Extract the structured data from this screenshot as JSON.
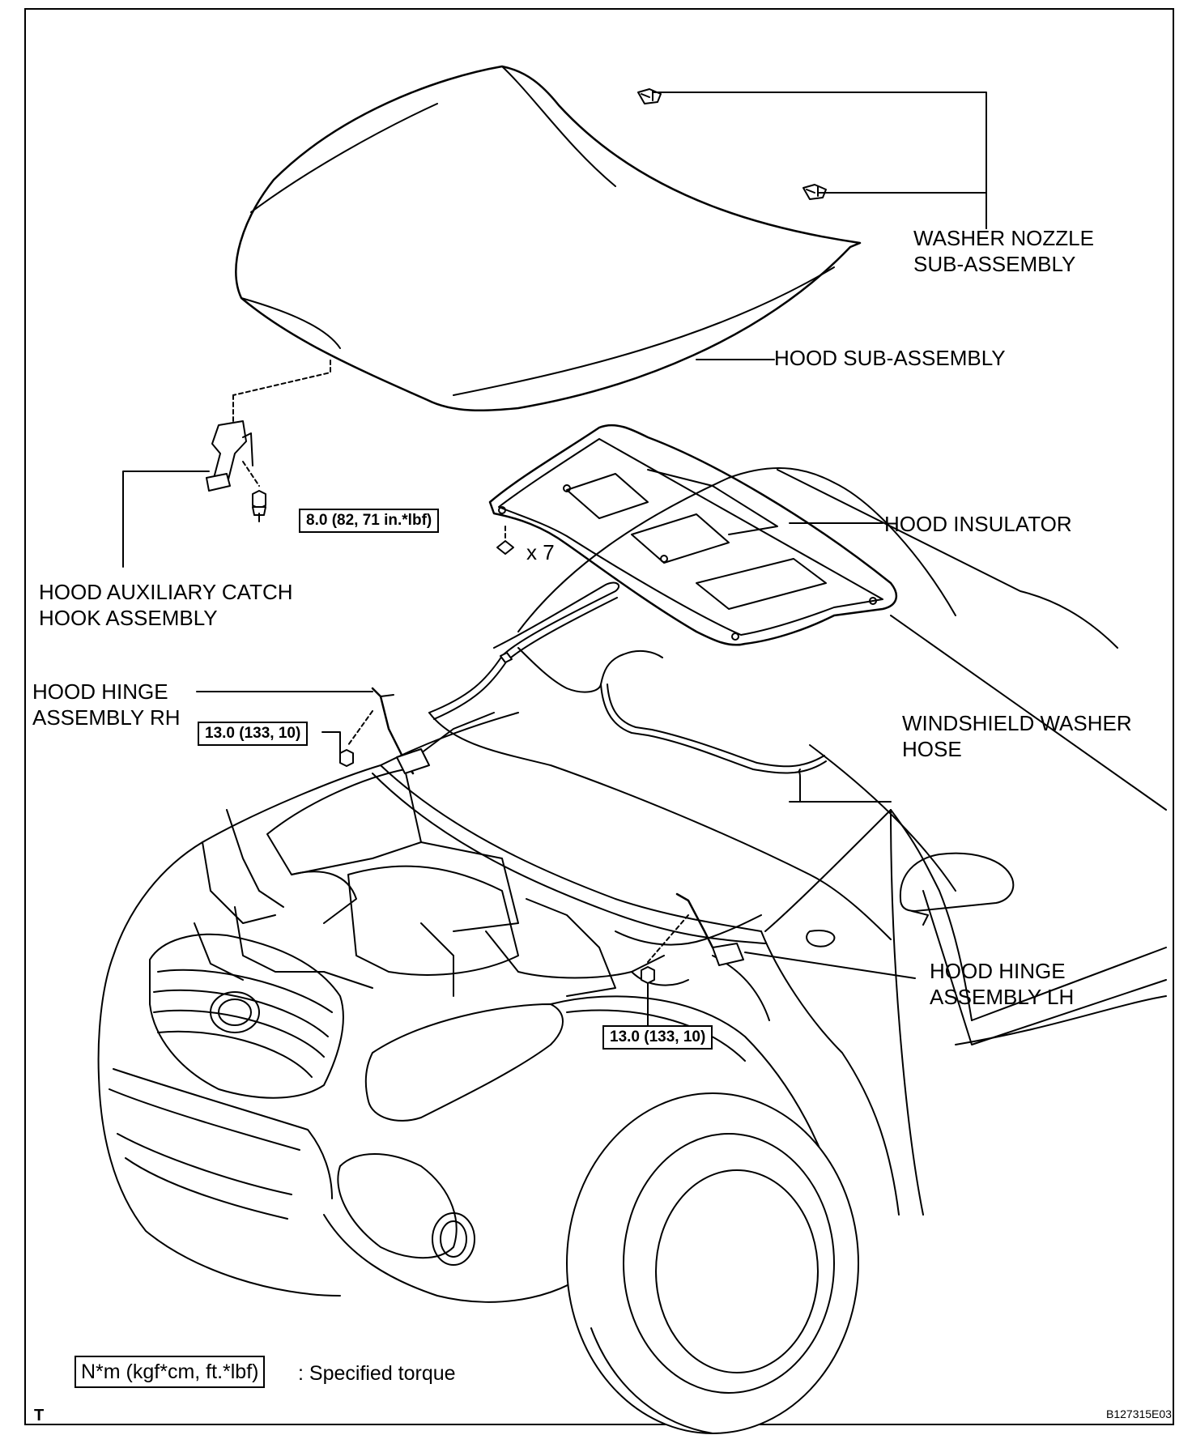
{
  "labels": {
    "washer_nozzle_1": "WASHER NOZZLE",
    "washer_nozzle_2": "SUB-ASSEMBLY",
    "hood_sub_assembly": "HOOD SUB-ASSEMBLY",
    "hood_insulator": "HOOD INSULATOR",
    "clip_count": "x 7",
    "aux_catch_1": "HOOD AUXILIARY CATCH",
    "aux_catch_2": "HOOK ASSEMBLY",
    "hinge_rh_1": "HOOD HINGE",
    "hinge_rh_2": "ASSEMBLY RH",
    "washer_hose_1": "WINDSHIELD WASHER",
    "washer_hose_2": "HOSE",
    "hinge_lh_1": "HOOD HINGE",
    "hinge_lh_2": "ASSEMBLY LH"
  },
  "torques": {
    "aux_catch": "8.0 (82, 71 in.*lbf)",
    "hinge_rh": "13.0 (133, 10)",
    "hinge_lh": "13.0 (133, 10)"
  },
  "legend": {
    "unit_box": "N*m (kgf*cm, ft.*lbf)",
    "description": ": Specified torque"
  },
  "corner_letter": "T",
  "figure_code": "B127315E03"
}
